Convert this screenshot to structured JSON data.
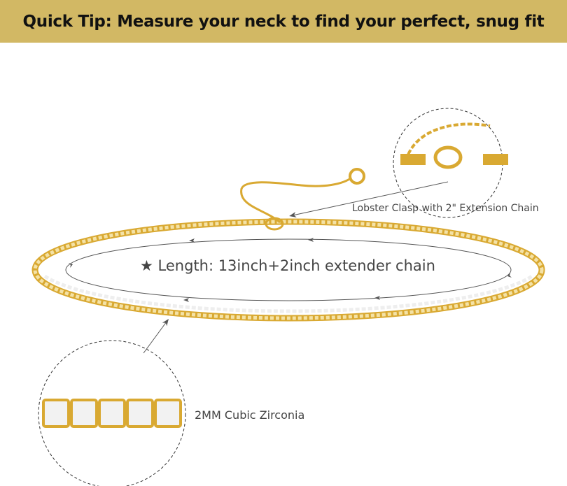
{
  "banner": {
    "text": "Quick Tip: Measure your neck to find your perfect, snug fit",
    "color": "#d2b864"
  },
  "labels": {
    "clasp": "Lobster Clasp with 2\" Extension Chain",
    "length_star": "★",
    "length": "Length: 13inch+2inch extender chain",
    "stone": "2MM Cubic Zirconia"
  },
  "colors": {
    "gold": "#d9a932",
    "arrow": "#555555"
  }
}
